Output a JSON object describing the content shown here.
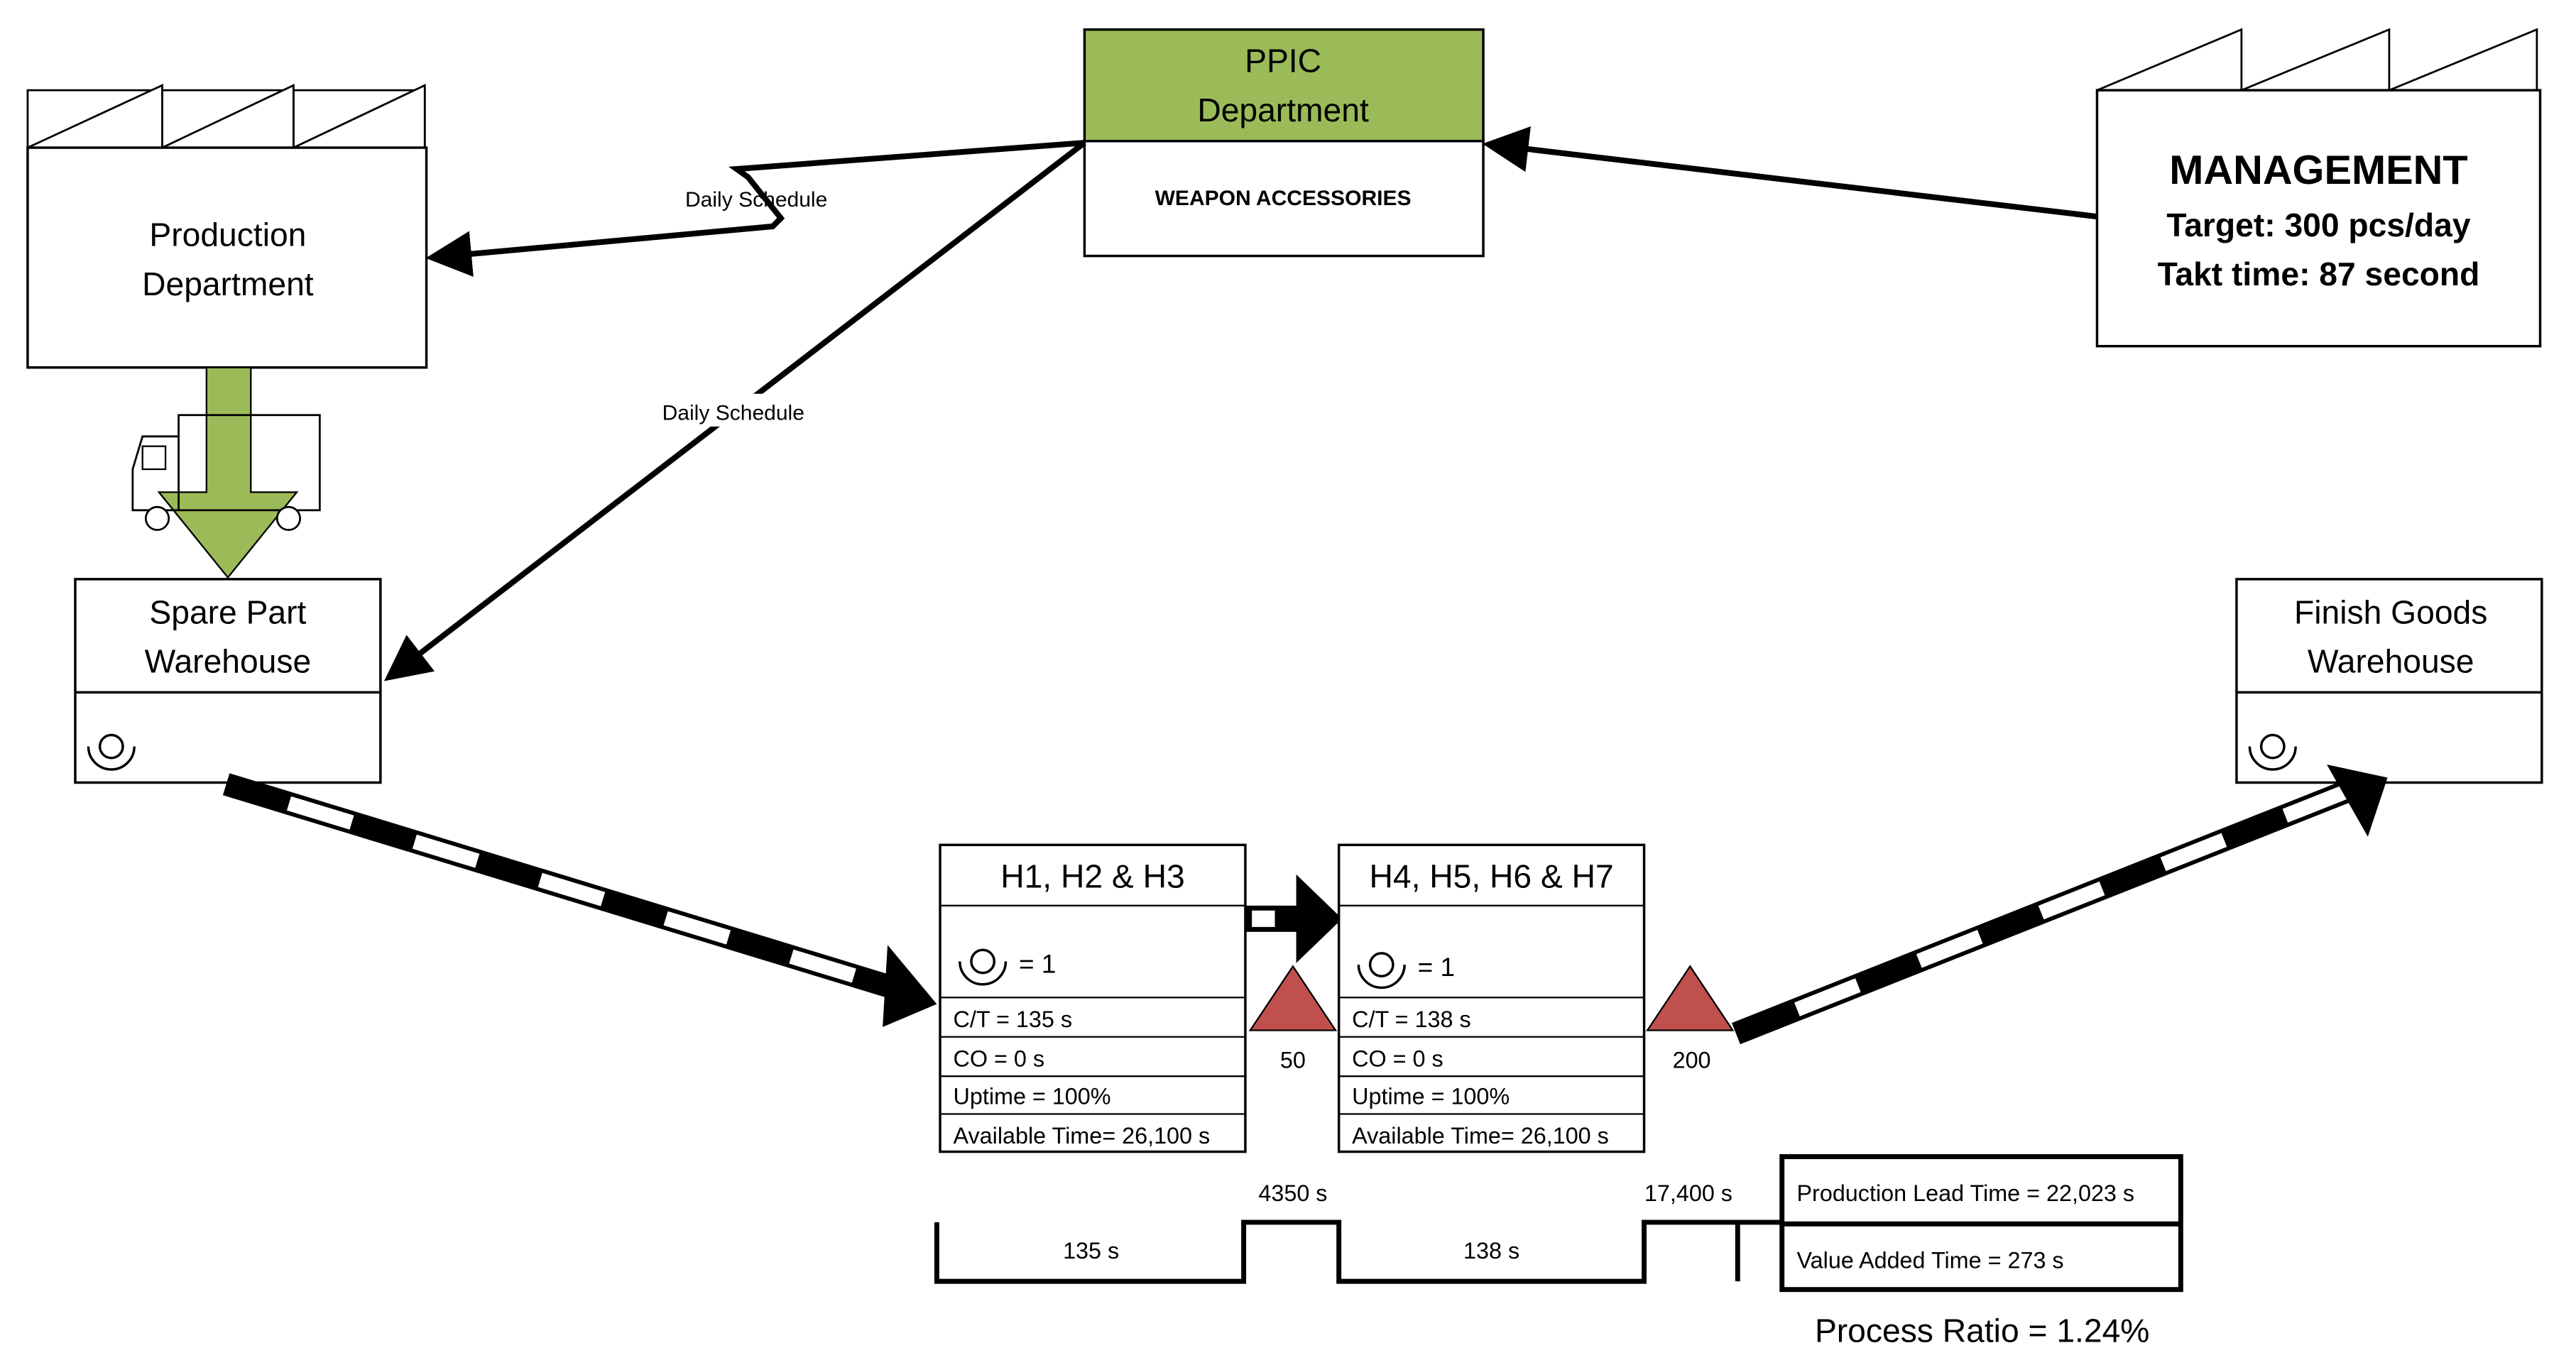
{
  "colors": {
    "ppic_header": "#9bbb59",
    "inventory_triangle": "#c0504d",
    "line": "#000000",
    "background": "#ffffff"
  },
  "production_dept": {
    "line1": "Production",
    "line2": "Department",
    "icon": "factory-icon"
  },
  "ppic": {
    "line1": "PPIC",
    "line2": "Department",
    "subtitle": "WEAPON ACCESSORIES",
    "icon": "factory-icon"
  },
  "management": {
    "title": "MANAGEMENT",
    "target": "Target: 300 pcs/day",
    "takt": "Takt time: 87 second",
    "icon": "factory-icon"
  },
  "info_flows": {
    "to_production": "Daily Schedule",
    "to_warehouse": "Daily Schedule"
  },
  "shipment": {
    "icon": "truck-icon"
  },
  "spare_part_warehouse": {
    "line1": "Spare Part",
    "line2": "Warehouse",
    "icon": "operator-icon"
  },
  "finish_goods_warehouse": {
    "line1": "Finish Goods",
    "line2": "Warehouse",
    "icon": "operator-icon"
  },
  "process_1": {
    "title": "H1, H2 & H3",
    "operators": "= 1",
    "ct": "C/T = 135 s",
    "co": "CO = 0 s",
    "uptime": "Uptime = 100%",
    "available": "Available Time= 26,100 s"
  },
  "process_2": {
    "title": "H4, H5, H6 & H7",
    "operators": "= 1",
    "ct": "C/T = 138 s",
    "co": "CO = 0 s",
    "uptime": "Uptime = 100%",
    "available": "Available Time= 26,100 s"
  },
  "inventory": [
    {
      "label": "50",
      "icon": "inventory-triangle-icon"
    },
    {
      "label": "200",
      "icon": "inventory-triangle-icon"
    }
  ],
  "timeline": {
    "vat_1": "135 s",
    "wait_1": "4350 s",
    "vat_2": "138 s",
    "wait_2": "17,400 s",
    "lead_time": "Production Lead Time = 22,023 s",
    "value_added": "Value Added Time = 273 s",
    "process_ratio": "Process Ratio = 1.24%"
  }
}
